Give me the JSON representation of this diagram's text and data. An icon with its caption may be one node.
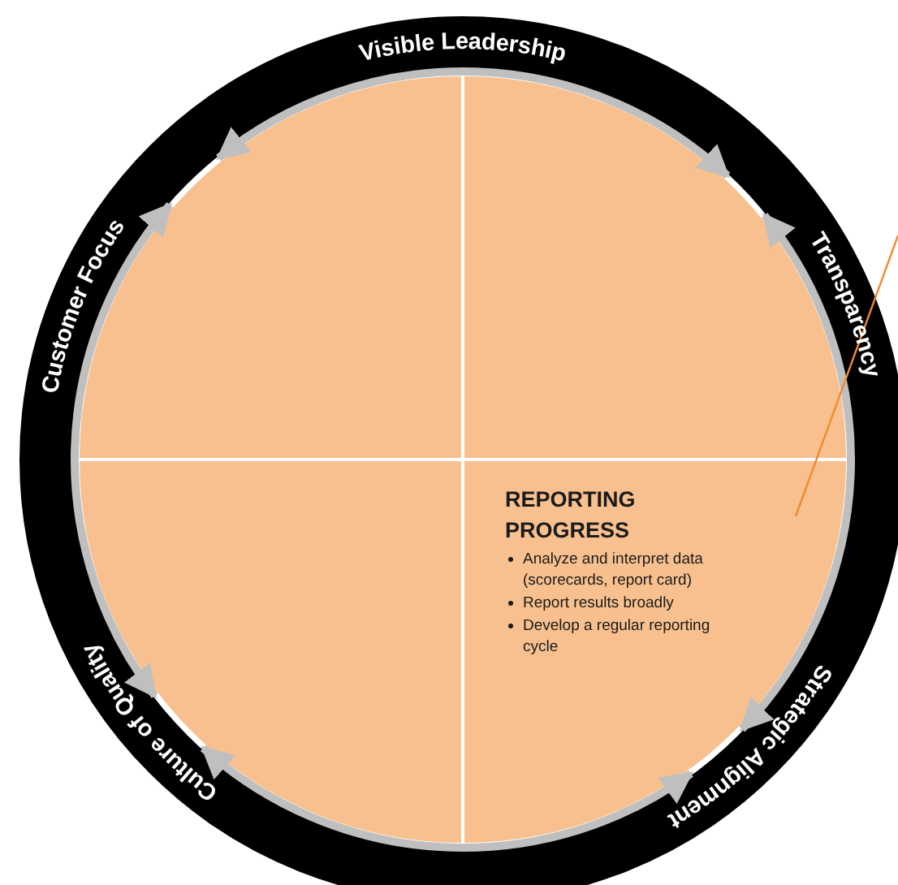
{
  "diagram": {
    "nodes": [
      {
        "text": [],
        "shape": "box"
      },
      {
        "text": [],
        "shape": "box"
      },
      {
        "text": [],
        "shape": "box"
      },
      {
        "text": [
          "REPORTING PROGRESS",
          "Analyze and interpret data (scorecards, report card)",
          "Report results broadly",
          "Develop a regular reporting cycle"
        ]
      }
    ],
    "edges": [
      {
        "from": 0,
        "to": 1,
        "arrow": "both"
      },
      {
        "from": 1,
        "to": 3,
        "arrow": "both"
      },
      {
        "from": 3,
        "to": 2,
        "arrow": "both"
      },
      {
        "from": 2,
        "to": 0,
        "arrow": "both"
      },
      {
        "from": null,
        "to": 3,
        "arrow": "none",
        "color": "#f08a2e"
      }
    ],
    "labels": [
      "Visible Leadership",
      "Transparency",
      "Strategic Alignment",
      "Culture of Quality",
      "Customer Focus"
    ]
  }
}
